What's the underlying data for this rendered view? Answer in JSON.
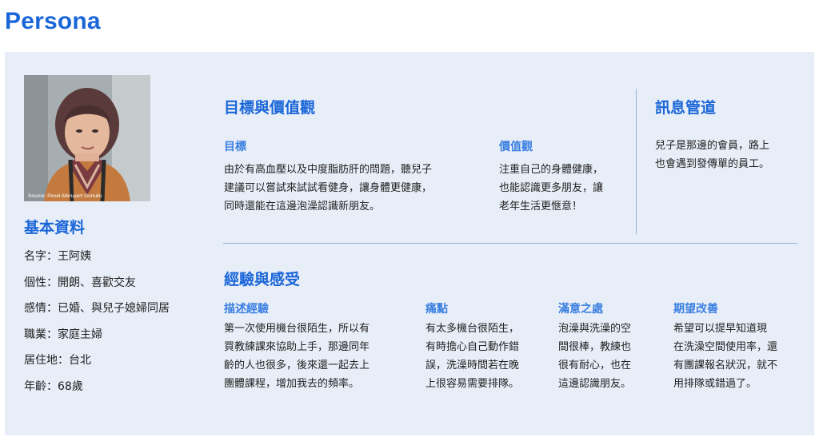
{
  "title": "Persona",
  "photo": {
    "credit": "Source: Pexel-Meruyert Gonullu"
  },
  "basic": {
    "heading": "基本資料",
    "items": [
      "名字：王阿姨",
      "個性：開朗、喜歡交友",
      "感情：已婚、與兒子媳婦同居",
      "職業：家庭主婦",
      "居住地：台北",
      "年齡：68歲"
    ]
  },
  "goals_values": {
    "heading": "目標與價值觀",
    "goal": {
      "label": "目標",
      "lines": [
        "由於有高血壓以及中度脂肪肝的問題，聽兒子",
        "建議可以嘗試來試試看健身，讓身體更健康，",
        "同時還能在這邊泡澡認識新朋友。"
      ]
    },
    "values": {
      "label": "價值觀",
      "lines": [
        "注重自己的身體健康，",
        "也能認識更多朋友，讓",
        "老年生活更愜意！"
      ]
    }
  },
  "channels": {
    "heading": "訊息管道",
    "lines": [
      "兒子是那邊的會員，路上",
      "也會遇到發傳單的員工。"
    ]
  },
  "experience": {
    "heading": "經驗與感受",
    "describe": {
      "label": "描述經驗",
      "lines": [
        "第一次使用機台很陌生，所以有",
        "買教練課來協助上手，那邊同年",
        "齡的人也很多，後來還一起去上",
        "團體課程，增加我去的頻率。"
      ]
    },
    "pain": {
      "label": "痛點",
      "lines": [
        "有太多機台很陌生，",
        "有時擔心自己動作錯",
        "誤，洗澡時間若在晚",
        "上很容易需要排隊。"
      ]
    },
    "satisfied": {
      "label": "滿意之處",
      "lines": [
        "泡澡與洗澡的空",
        "間很棒，教練也",
        "很有耐心，也在",
        "這邊認識朋友。"
      ]
    },
    "improve": {
      "label": "期望改善",
      "lines": [
        "希望可以提早知道現",
        "在洗澡空間使用率，還",
        "有團課報名狀況，就不",
        "用排隊或錯過了。"
      ]
    }
  },
  "colors": {
    "accent": "#1a66d8",
    "panel": "#e8eef8",
    "divider": "#8fb0e0"
  }
}
